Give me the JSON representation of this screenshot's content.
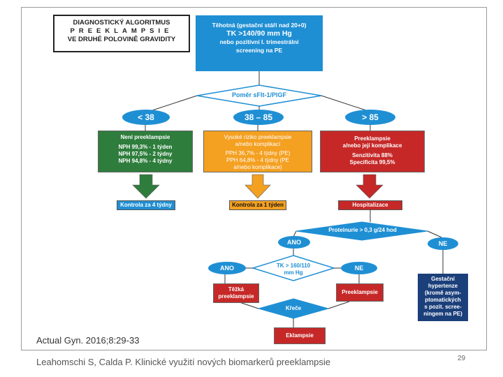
{
  "title": {
    "line1": "DIAGNOSTICKÝ ALGORITMUS",
    "line2": "PREEKLAMPSIE",
    "line3": "VE DRUHÉ POLOVINĚ GRAVIDITY"
  },
  "entry": {
    "line1": "Těhotná (gestační stáří nad 20+0)",
    "line2": "TK >140/90 mm Hg",
    "line3": "nebo pozitivní I. trimestrální",
    "line4": "screening na PE"
  },
  "ratio_diamond": "Poměr sFlt-1/PlGF",
  "ranges": {
    "low": "< 38",
    "mid": "38 – 85",
    "high": "> 85"
  },
  "cards": {
    "green": {
      "head": "Není preeklampsie",
      "l1": "NPH 99,3% - 1 týden",
      "l2": "NPH 97,5% - 2 týdny",
      "l3": "NPH 94,8% - 4 týdny"
    },
    "orange": {
      "head": "Vysoké riziko preeklampsie",
      "head2": "a/nebo komplikací",
      "l1": "PPH 36,7% - 4 týdny (PE)",
      "l2": "PPH 64,8% - 4 týdny (PE",
      "l3": "a/nebo komplikace)"
    },
    "red": {
      "head": "Preeklampsie",
      "head2": "a/nebo její komplikace",
      "l1": "Senzitivita 88%",
      "l2": "Specificita 99,5%"
    }
  },
  "actions": {
    "green": "Kontrola za 4 týdny",
    "orange": "Kontrola za 1 týden",
    "red": "Hospitalizace"
  },
  "proteinuria": "Proteinurie > 0,3 g/24 hod",
  "ano_top": "ANO",
  "ne_top": "NE",
  "tk_diamond": {
    "l1": "TK > 160/110",
    "l2": "mm Hg"
  },
  "ano_left": "ANO",
  "ne_mid": "NE",
  "tezka": {
    "l1": "Těžká",
    "l2": "preeklampsie"
  },
  "preeklampsie": "Preeklampsie",
  "kreze": "Křeče",
  "eklampsie": "Eklampsie",
  "gestacni": {
    "l1": "Gestační",
    "l2": "hypertenze",
    "l3": "(kromě asym-",
    "l4": "ptomatických",
    "l5": "s pozit. scree-",
    "l6": "ningem na PE)"
  },
  "citation": "Actual Gyn. 2016;8:29-33",
  "footer": "Leahomschi S, Calda P. Klinické využití nových biomarkerů preeklampsie",
  "page_number": "29",
  "colors": {
    "blue": "#1f8fd4",
    "green": "#2e7d3c",
    "orange": "#f4a021",
    "red": "#c62828",
    "navy": "#1b3f7a"
  }
}
